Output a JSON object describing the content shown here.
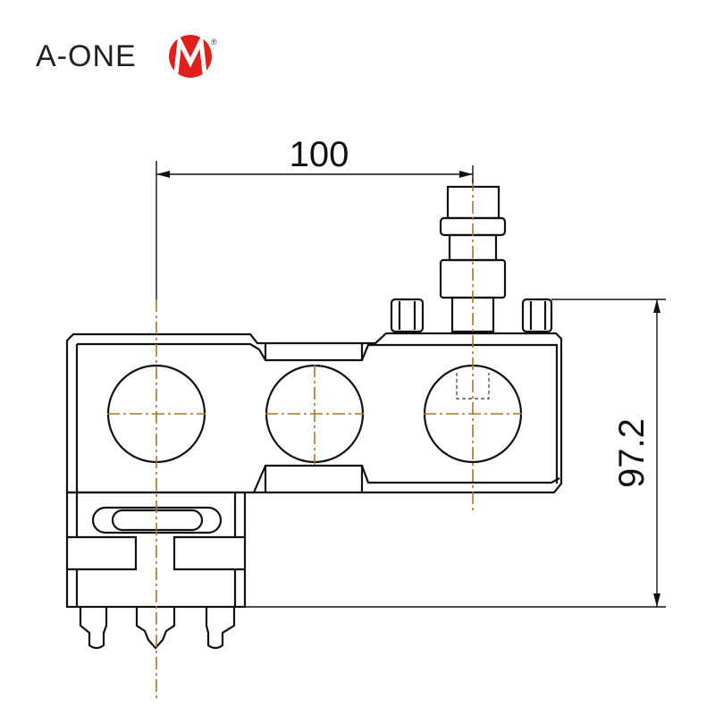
{
  "logo": {
    "text": "A-ONE",
    "registered": "®",
    "brand_color": "#e0201b"
  },
  "dimensions": {
    "horizontal": "100",
    "vertical": "97.2"
  },
  "colors": {
    "outline": "#111111",
    "centerline": "#a8742c"
  }
}
